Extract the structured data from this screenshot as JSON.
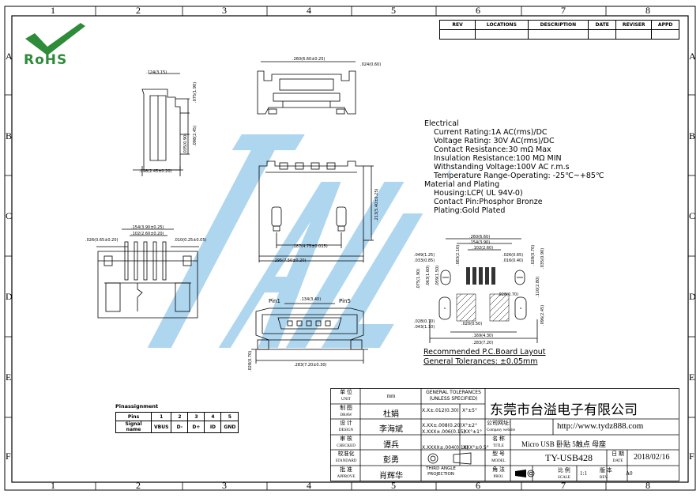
{
  "columns": [
    "1",
    "2",
    "3",
    "4",
    "5",
    "6",
    "7",
    "8"
  ],
  "rows": [
    "A",
    "B",
    "C",
    "D",
    "E",
    "F"
  ],
  "logo": {
    "text": "RoHS",
    "color": "#2e8b3a"
  },
  "watermark": {
    "text": "TAIYI",
    "color": "#6fb6e3"
  },
  "revision_table": {
    "headers": [
      "REV",
      "LOCATIONS",
      "DESCRIPTION",
      "DATE",
      "REVISER",
      "APPD"
    ]
  },
  "specs": {
    "lines": [
      {
        "indent": 0,
        "text": "Electrical"
      },
      {
        "indent": 1,
        "text": "Current Rating:1A AC(rms)/DC"
      },
      {
        "indent": 1,
        "text": "Voltage Rating: 30V AC(rms)/DC"
      },
      {
        "indent": 1,
        "text": "Contact Resistance:30 mΩ Max"
      },
      {
        "indent": 1,
        "text": "Insulation Resistance:100 MΩ MIN"
      },
      {
        "indent": 1,
        "text": "Withstanding Voltage:100V AC r.m.s"
      },
      {
        "indent": 1,
        "text": "Temperature Range-Operating: -25℃~+85℃"
      },
      {
        "indent": 0,
        "text": "Material and Plating"
      },
      {
        "indent": 1,
        "text": "Housing:LCP( UL 94V-0)"
      },
      {
        "indent": 1,
        "text": "Contact Pin:Phosphor Bronze"
      },
      {
        "indent": 1,
        "text": "Plating:Gold Plated"
      }
    ]
  },
  "dims": {
    "d124": ".124(3.15)",
    "d098": ".098(2.45±0.20)",
    "d075": ".075(1.90)",
    "d098b": ".098(2.45)",
    "d035": ".035(0.90)",
    "d260": ".260(6.60±0.25)",
    "d024": ".024(0.60)",
    "d187": ".187(4.75±0.015)",
    "d295": ".295(7.50±0.20)",
    "d213": ".213(5.40±0.25)",
    "d154": ".154(3.90±0.25)",
    "d102": ".102(2.60±0.20)",
    "d026": ".026(0.65±0.20)",
    "d010": ".010(0.25±0.05)",
    "pin1": "Pin1",
    "pin5": "Pin5",
    "d134": ".134(3.40)",
    "d283": ".283(7.20±0.30)",
    "d028": ".028(0.70)",
    "p260": ".260(6.60)",
    "p154": ".154(3.90)",
    "p102": ".102(2.60)",
    "p049": ".049(1.25)",
    "p033": ".033(0.85)",
    "p083": ".083(2.10)",
    "p026": ".026(0.65)",
    "p016": ".016(0.40)",
    "p028": ".028(0.70)",
    "p035": ".035(0.90)",
    "p110": ".110(2.80)",
    "p075": ".075(1.90)",
    "p059": ".059(1.50)",
    "p063": ".063(1.60)",
    "p096": ".096(2.45)",
    "p028b": ".028(0.70)",
    "p043": ".043(1.10)",
    "p020": ".020(0.50)",
    "p169": ".169(4.30)",
    "p283": ".283(7.20)"
  },
  "pcb_layout_title": "Recommended P.C.Board Layout",
  "tolerance_note": "General Tolerances: ±0.05mm",
  "pin_assignment": {
    "title": "Pinassignment",
    "pins": [
      "Pins",
      "1",
      "2",
      "3",
      "4",
      "5"
    ],
    "signals": [
      "Signal name",
      "VBUS",
      "D-",
      "D+",
      "ID",
      "GND"
    ]
  },
  "title_block": {
    "unit_cn": "单 位",
    "unit_en": "UNIT",
    "unit_value": "mm",
    "draw_cn": "制 图",
    "draw_en": "DRAW",
    "draw_name": "杜娟",
    "design_cn": "设 计",
    "design_en": "DESIGN",
    "design_name": "李海斌",
    "check_cn": "审 核",
    "check_en": "CHECKED",
    "check_name": "谭兵",
    "std_cn": "校准化",
    "std_en": "STANDARD",
    "std_name": "彭勇",
    "approve_cn": "批 准",
    "approve_en": "APPROVE",
    "approve_name": "肖辉华",
    "tol_header1": "GENERAL TOLERANCES",
    "tol_header2": "(UNLESS SPECIFIED)",
    "tol1": "X.X±.012(0.30)",
    "ang1": "X°±5°",
    "tol2": "X.XX±.008(0.20)",
    "ang2": "X°±2°",
    "tol3": "X.XXX±.006(0.15)",
    "ang3": ".XX°±1°",
    "tol4": "X.XXXX±.004(0.10)",
    "ang4": ".XXX°±0.5°",
    "third_angle1": "THIRD ANGLE",
    "third_angle2": "PROJECTION",
    "company": "东莞市台溢电子有限公司",
    "website_cn": "公司网址:",
    "website_en": "Company website",
    "website": "http://www.tydz888.com",
    "name_cn": "名 称",
    "name_en": "TITLE",
    "name_value": "Micro USB 卧贴 5触点 母座",
    "model_cn": "型 号",
    "model_en": "MODEL",
    "model_value": "TY-USB428",
    "date_cn": "日 期",
    "date_en": "DATE",
    "date_value": "2018/02/16",
    "proj_cn": "角 法",
    "proj_en": "PROJ.",
    "scale_cn": "比 例",
    "scale_en": "SCALE",
    "scale_value": "1:1",
    "rev_cn": "版 本",
    "rev_en": "REV.",
    "rev_value": "A0"
  }
}
